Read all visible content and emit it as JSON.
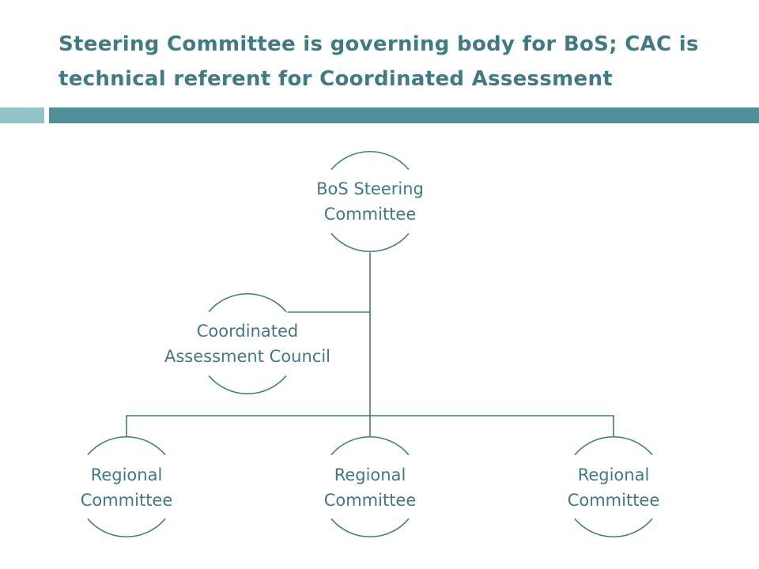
{
  "slide": {
    "title_line1": "Steering Committee is governing body for BoS; CAC is",
    "title_line2": "technical referent for Coordinated Assessment"
  },
  "colors": {
    "title": "#3f7a85",
    "bar_light": "#93c2c9",
    "bar_dark": "#4f8f98",
    "line": "#3f7a85",
    "node_text": "#3f7a85"
  },
  "org_chart": {
    "root": {
      "label_line1": "BoS Steering",
      "label_line2": "Committee"
    },
    "advisor": {
      "label_line1": "Coordinated",
      "label_line2": "Assessment Council"
    },
    "regions": [
      {
        "label_line1": "Regional",
        "label_line2": "Committee"
      },
      {
        "label_line1": "Regional",
        "label_line2": "Committee"
      },
      {
        "label_line1": "Regional",
        "label_line2": "Committee"
      }
    ]
  }
}
